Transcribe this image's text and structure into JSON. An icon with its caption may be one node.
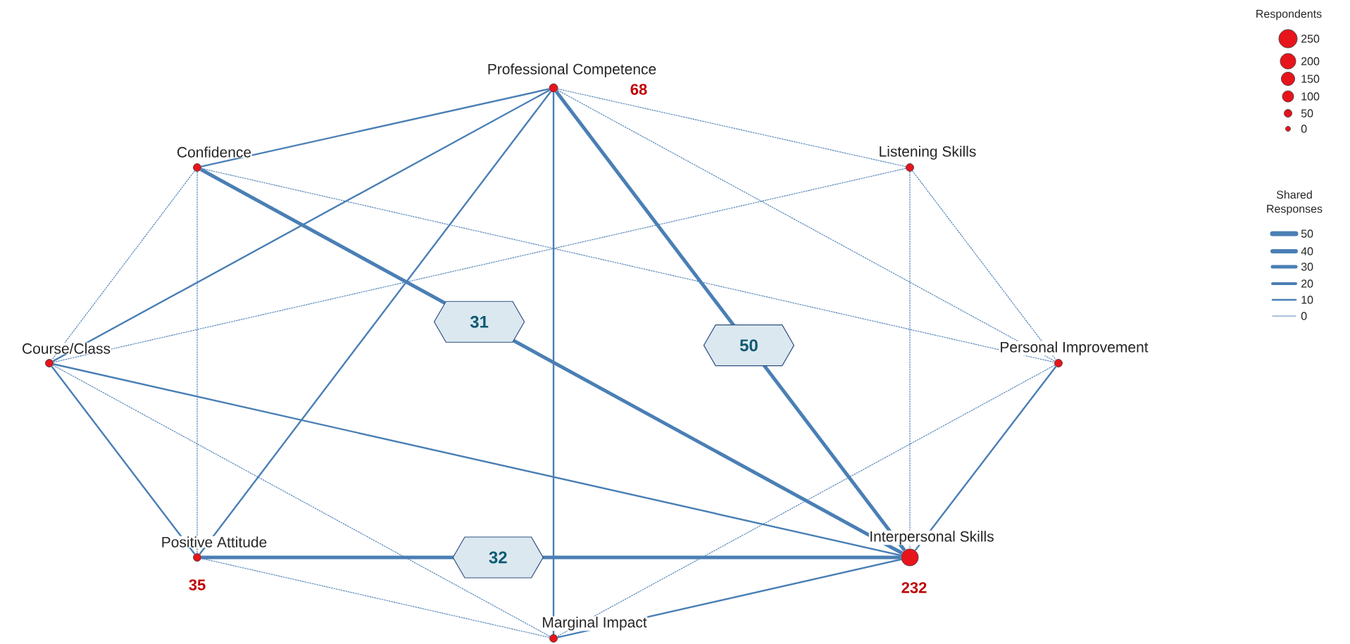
{
  "diagram": {
    "nodes": [
      {
        "text": [
          "Professional Competence"
        ]
      },
      {
        "text": [
          "Confidence"
        ]
      },
      {
        "text": [
          "Listening Skills"
        ]
      },
      {
        "text": [
          "Course/Class"
        ]
      },
      {
        "text": [
          "Personal Improvement"
        ]
      },
      {
        "text": [
          "Positive Attitude"
        ],
        "beside": [
          "35"
        ]
      },
      {
        "text": [
          "Interpersonal Skills"
        ],
        "beside": [
          "232"
        ]
      },
      {
        "text": [
          "Marginal Impact"
        ]
      }
    ],
    "edges": [
      {
        "from": 0,
        "to": 1,
        "arrow": "none"
      },
      {
        "from": 0,
        "to": 3,
        "arrow": "none"
      },
      {
        "from": 0,
        "to": 5,
        "arrow": "none"
      },
      {
        "from": 0,
        "to": 7,
        "arrow": "none"
      },
      {
        "from": 0,
        "to": 6,
        "arrow": "none",
        "style": "thick",
        "label": "50"
      },
      {
        "from": 0,
        "to": 2,
        "arrow": "none",
        "style": "dashed"
      },
      {
        "from": 0,
        "to": 4,
        "arrow": "none",
        "style": "dashed"
      },
      {
        "from": 1,
        "to": 3,
        "arrow": "none",
        "style": "dashed"
      },
      {
        "from": 1,
        "to": 5,
        "arrow": "none",
        "style": "dashed"
      },
      {
        "from": 1,
        "to": 6,
        "arrow": "none",
        "style": "thick",
        "label": "31"
      },
      {
        "from": 1,
        "to": 4,
        "arrow": "none",
        "style": "dashed"
      },
      {
        "from": 2,
        "to": 3,
        "arrow": "none",
        "style": "dashed"
      },
      {
        "from": 2,
        "to": 6,
        "arrow": "none",
        "style": "dashed"
      },
      {
        "from": 2,
        "to": 4,
        "arrow": "none",
        "style": "dashed"
      },
      {
        "from": 3,
        "to": 6,
        "arrow": "none"
      },
      {
        "from": 3,
        "to": 5,
        "arrow": "none"
      },
      {
        "from": 3,
        "to": 7,
        "arrow": "none",
        "style": "dashed"
      },
      {
        "from": 4,
        "to": 6,
        "arrow": "none"
      },
      {
        "from": 4,
        "to": 7,
        "arrow": "none",
        "style": "dashed"
      },
      {
        "from": 5,
        "to": 6,
        "arrow": "none",
        "style": "thick",
        "label": "32"
      },
      {
        "from": 5,
        "to": 7,
        "arrow": "none",
        "style": "dashed"
      },
      {
        "from": 7,
        "to": 6,
        "arrow": "none"
      }
    ],
    "labels": [
      "Respondents",
      "68",
      "Shared Responses"
    ],
    "legend": [
      {
        "text": "250"
      },
      {
        "text": "200"
      },
      {
        "text": "150"
      },
      {
        "text": "100"
      },
      {
        "text": "50"
      },
      {
        "text": "0"
      },
      {
        "text": "50"
      },
      {
        "text": "40"
      },
      {
        "text": "30"
      },
      {
        "text": "20"
      },
      {
        "text": "10"
      },
      {
        "text": "0"
      }
    ]
  }
}
